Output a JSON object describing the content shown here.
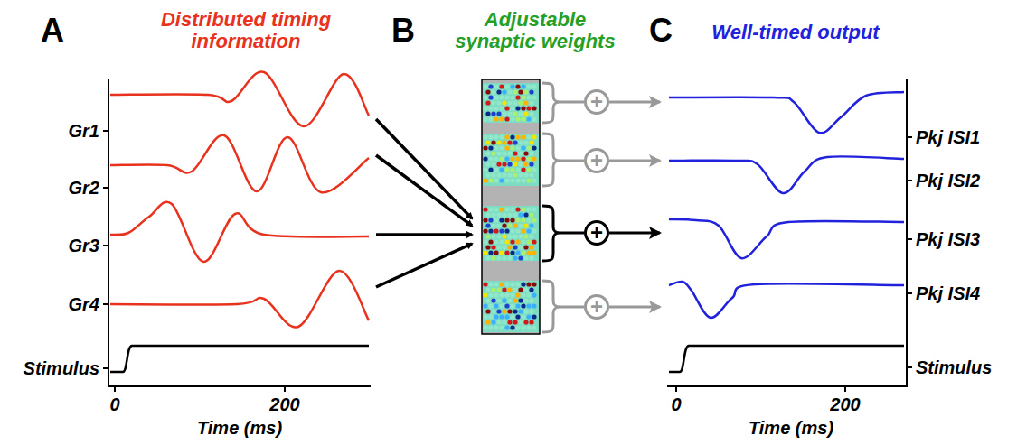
{
  "diagram": {
    "nodes": [
      {
        "text": [
          "+"
        ]
      },
      {
        "text": [
          "+"
        ]
      },
      {
        "text": [
          "+"
        ]
      },
      {
        "text": [
          "+"
        ]
      }
    ],
    "labels": [
      "A",
      "Distributed timing information",
      "B",
      "Adjustable synaptic weights",
      "C",
      "Well-timed output",
      "Gr1",
      "Gr2",
      "Gr3",
      "Gr4",
      "Stimulus",
      "0",
      "200",
      "Time (ms)",
      "Pkj ISI1",
      "Pkj ISI2",
      "Pkj ISI3",
      "Pkj ISI4",
      "Stimulus",
      "0",
      "200",
      "Time (ms)"
    ]
  }
}
